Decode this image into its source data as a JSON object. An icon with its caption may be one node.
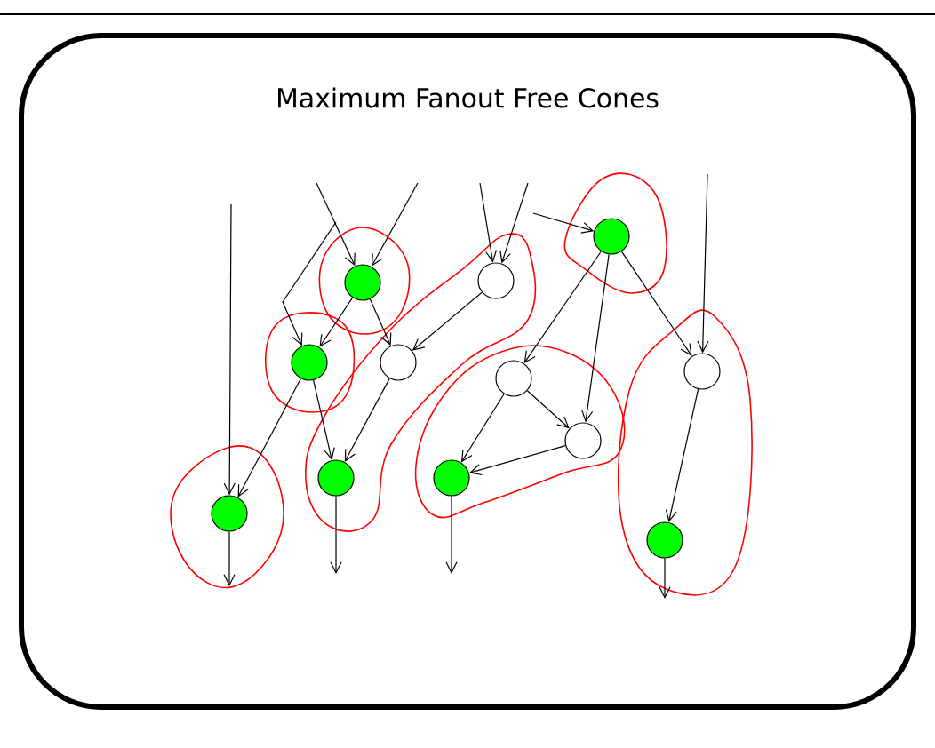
{
  "diagram": {
    "title": "Maximum Fanout Free Cones",
    "nodes": [
      {
        "text": [],
        "shape": "circle"
      },
      {
        "text": [],
        "shape": "circle"
      },
      {
        "text": [],
        "shape": "circle"
      },
      {
        "text": [],
        "shape": "circle"
      },
      {
        "text": [],
        "shape": "circle"
      },
      {
        "text": [],
        "shape": "circle"
      },
      {
        "text": [],
        "shape": "circle"
      },
      {
        "text": [],
        "shape": "circle"
      },
      {
        "text": [],
        "shape": "circle"
      },
      {
        "text": [],
        "shape": "circle"
      },
      {
        "text": [],
        "shape": "circle"
      },
      {
        "text": [],
        "shape": "circle"
      }
    ],
    "edges": [
      {
        "from": null,
        "to": 0,
        "arrow": "to"
      },
      {
        "from": null,
        "to": 3,
        "arrow": "to"
      },
      {
        "from": null,
        "to": 0,
        "arrow": "to"
      },
      {
        "from": null,
        "to": 8,
        "arrow": "to"
      },
      {
        "from": null,
        "to": 1,
        "arrow": "to"
      },
      {
        "from": null,
        "to": 1,
        "arrow": "to"
      },
      {
        "from": null,
        "to": 2,
        "arrow": "to"
      },
      {
        "from": null,
        "to": 6,
        "arrow": "to"
      },
      {
        "from": 0,
        "to": 3,
        "arrow": "to"
      },
      {
        "from": 0,
        "to": 4,
        "arrow": "to"
      },
      {
        "from": 1,
        "to": 4,
        "arrow": "to"
      },
      {
        "from": 3,
        "to": 8,
        "arrow": "to"
      },
      {
        "from": 3,
        "to": 9,
        "arrow": "to"
      },
      {
        "from": 4,
        "to": 9,
        "arrow": "to"
      },
      {
        "from": 2,
        "to": 5,
        "arrow": "to"
      },
      {
        "from": 2,
        "to": 7,
        "arrow": "to"
      },
      {
        "from": 2,
        "to": 6,
        "arrow": "to"
      },
      {
        "from": 5,
        "to": 10,
        "arrow": "to"
      },
      {
        "from": 5,
        "to": 7,
        "arrow": "to"
      },
      {
        "from": 7,
        "to": 10,
        "arrow": "to"
      },
      {
        "from": 6,
        "to": 11,
        "arrow": "to"
      },
      {
        "from": 8,
        "to": null,
        "arrow": "to"
      },
      {
        "from": 9,
        "to": null,
        "arrow": "to"
      },
      {
        "from": 10,
        "to": null,
        "arrow": "to"
      },
      {
        "from": 11,
        "to": null,
        "arrow": "to"
      }
    ]
  }
}
